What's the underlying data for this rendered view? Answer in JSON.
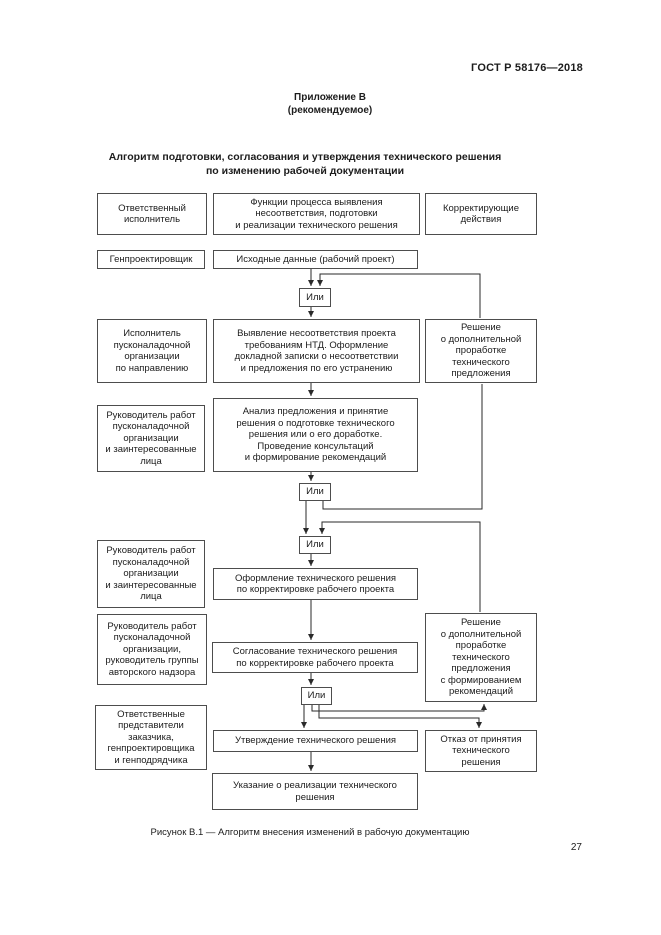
{
  "page": {
    "header": "ГОСТ Р 58176—2018",
    "appendix": "Приложение В\n(рекомендуемое)",
    "title": "Алгоритм подготовки, согласования и утверждения технического решения\nпо изменению рабочей документации",
    "caption": "Рисунок В.1 — Алгоритм внесения изменений в рабочую документацию",
    "page_number": "27"
  },
  "flowchart": {
    "or_label": "Или",
    "columns": {
      "responsible": "Ответственный\nисполнитель",
      "functions": "Функции процесса выявления\nнесоответствия, подготовки\nи реализации технического решения",
      "corrective": "Корректирующие\nдействия"
    },
    "boxes": {
      "general_designer": "Генпроектировщик",
      "initial_data": "Исходные данные (рабочий проект)",
      "commissioning_executor": "Исполнитель\nпусконаладочной\nорганизации\nпо направлению",
      "identify_nonconformity": "Выявление несоответствия проекта\nтребованиям НТД. Оформление\nдокладной записки о несоответствии\nи предложения по его устранению",
      "decision_rework": "Решение\nо дополнительной\nпроработке\nтехнического\nпредложения",
      "works_manager_interested": "Руководитель работ\nпусконаладочной\nорганизации\nи заинтересованные\nлица",
      "analysis_proposal": "Анализ предложения и принятие\nрешения о подготовке технического\nрешения или о его доработке.\nПроведение консультаций\nи формирование рекомендаций",
      "format_solution": "Оформление технического решения\nпо корректировке рабочего проекта",
      "works_manager_supervision": "Руководитель работ\nпусконаладочной\nорганизации,\nруководитель группы\nавторского надзора",
      "coordination": "Согласование технического решения\nпо корректировке рабочего проекта",
      "decision_rework_recommendations": "Решение\nо дополнительной\nпроработке\nтехнического\nпредложения\nс формированием\nрекомендаций",
      "responsible_representatives": "Ответственные\nпредставители\nзаказчика,\nгенпроектировщика\nи генподрядчика",
      "approve_solution": "Утверждение технического решения",
      "refusal": "Отказ от принятия\nтехнического\nрешения",
      "implementation_instruction": "Указание о реализации технического\nрешения"
    }
  },
  "colors": {
    "ink": "#1c1c1c",
    "border": "#4d4d4d",
    "background": "#ffffff"
  }
}
